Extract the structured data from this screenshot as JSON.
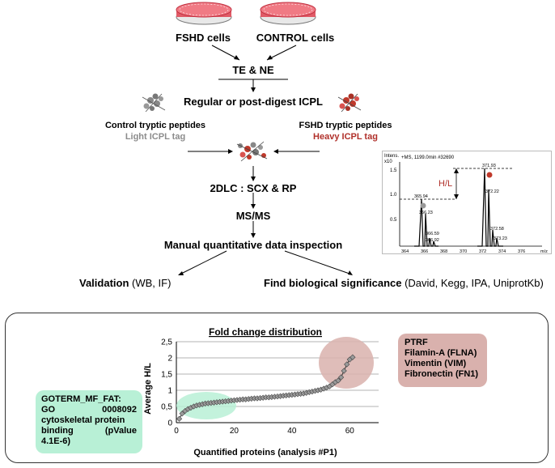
{
  "workflow": {
    "fshd_cells": "FSHD cells",
    "control_cells": "CONTROL cells",
    "te_ne": "TE & NE",
    "icpl": "Regular or post-digest ICPL",
    "control_peptides": "Control tryptic peptides",
    "light_tag": "Light ICPL tag",
    "fshd_peptides": "FSHD tryptic peptides",
    "heavy_tag": "Heavy ICPL tag",
    "lc": "2DLC :  SCX & RP",
    "msms": "MS/MS",
    "inspection": "Manual quantitative data inspection",
    "validation_bold": "Validation",
    "validation_rest": "(WB, IF)",
    "significance_bold": "Find biological significance",
    "significance_rest": "(David, Kegg, IPA, UniprotKb)",
    "colors": {
      "light": "#8c8c8c",
      "heavy": "#b0302a",
      "dish": "#d9495a"
    }
  },
  "spectrum": {
    "intens_label": "Intens.",
    "x10_label": "x10",
    "header": "+MS, 1199.0min #32690",
    "mz_label": "m/z",
    "hl_label": "H/L",
    "y_ticks": [
      "1.5",
      "1.0",
      "0.5"
    ],
    "x_ticks": [
      "364",
      "366",
      "368",
      "370",
      "372",
      "374",
      "376"
    ],
    "peak_labels": [
      "365.94",
      "366.23",
      "366.59",
      "366.92",
      "371.93",
      "372.22",
      "372.58",
      "373.23"
    ]
  },
  "chart_panel": {
    "green_box": {
      "line1": "GOTERM_MF_FAT:",
      "go_left": "GO",
      "go_right": "0008092",
      "line3": "cytoskeletal protein",
      "line4_left": "binding",
      "line4_right": "(pValue",
      "line5": "4.1E-6)"
    },
    "pink_box": [
      "PTRF",
      "Filamin-A (FLNA)",
      "Vimentin (VIM)",
      "Fibronectin (FN1)"
    ]
  },
  "chart_data": {
    "type": "line",
    "title": "Fold change distribution",
    "xlabel": "Quantified proteins (analysis #P1)",
    "ylabel": "Average H/L",
    "xlim": [
      0,
      70
    ],
    "ylim": [
      0,
      2.5
    ],
    "xticks": [
      "0",
      "20",
      "40",
      "60"
    ],
    "yticks": [
      "0",
      "0,5",
      "1",
      "1,5",
      "2",
      "2,5"
    ],
    "grid": true,
    "y": [
      0.12,
      0.28,
      0.36,
      0.42,
      0.46,
      0.5,
      0.53,
      0.55,
      0.57,
      0.59,
      0.6,
      0.61,
      0.62,
      0.63,
      0.64,
      0.65,
      0.66,
      0.67,
      0.68,
      0.69,
      0.7,
      0.71,
      0.72,
      0.72,
      0.73,
      0.74,
      0.75,
      0.75,
      0.76,
      0.77,
      0.78,
      0.78,
      0.79,
      0.8,
      0.81,
      0.82,
      0.83,
      0.84,
      0.85,
      0.86,
      0.87,
      0.88,
      0.89,
      0.9,
      0.92,
      0.94,
      0.96,
      0.98,
      1.0,
      1.02,
      1.05,
      1.08,
      1.12,
      1.18,
      1.25,
      1.3,
      1.4,
      1.6,
      1.8,
      1.95,
      2.02
    ]
  }
}
